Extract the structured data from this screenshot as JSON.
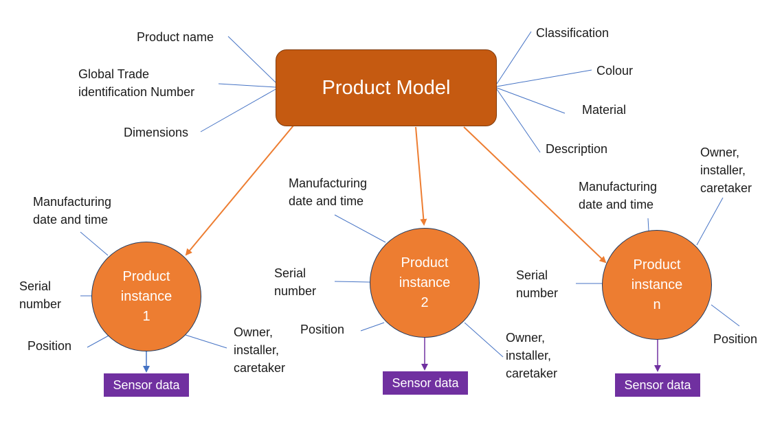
{
  "model": {
    "title": "Product Model",
    "attributes_left": [
      "Product name",
      "Global Trade\nidentification Number",
      "Dimensions"
    ],
    "attributes_right": [
      "Classification",
      "Colour",
      "Material",
      "Description"
    ]
  },
  "instances": [
    {
      "label": "Product\ninstance\n1",
      "manufacturing": "Manufacturing\ndate and time",
      "serial": "Serial\nnumber",
      "position": "Position",
      "owner": "Owner,\ninstaller,\ncaretaker",
      "sensor": "Sensor data"
    },
    {
      "label": "Product\ninstance\n2",
      "manufacturing": "Manufacturing\ndate and time",
      "serial": "Serial\nnumber",
      "position": "Position",
      "owner": "Owner,\ninstaller,\ncaretaker",
      "sensor": "Sensor data"
    },
    {
      "label": "Product\ninstance\nn",
      "manufacturing": "Manufacturing\ndate and time",
      "serial": "Serial\nnumber",
      "position": "Position",
      "owner": "Owner,\ninstaller,\ncaretaker",
      "sensor": "Sensor data"
    }
  ],
  "colors": {
    "model_fill": "#c55a11",
    "instance_fill": "#ed7d31",
    "sensor_fill": "#7030a0",
    "connector_line": "#4472c4",
    "model_arrow": "#ed7d31"
  }
}
